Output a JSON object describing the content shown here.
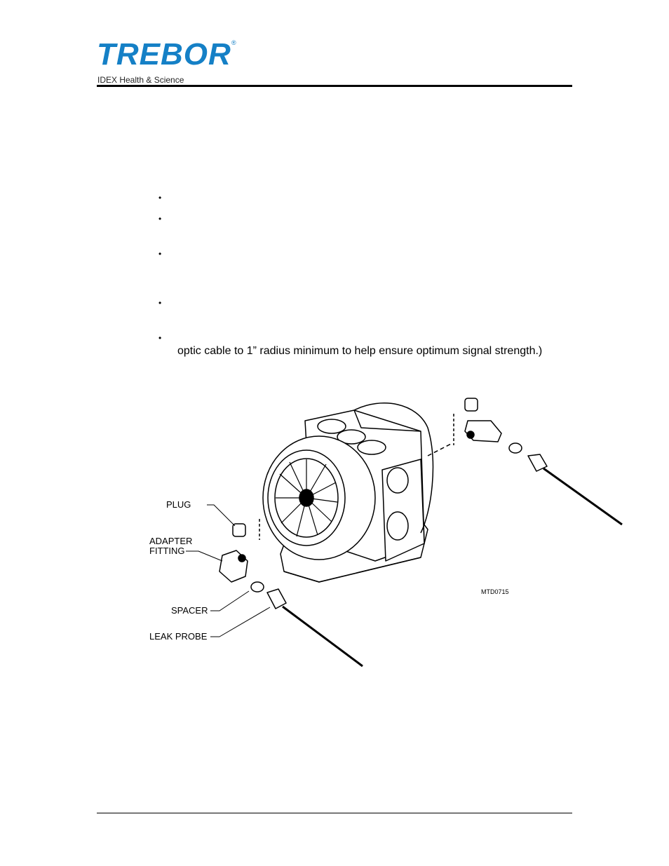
{
  "header": {
    "logo_text": "TREBOR",
    "logo_registered": "®",
    "subtitle": "IDEX Health & Science"
  },
  "body": {
    "bullets": [
      "•",
      "•",
      "•",
      "•",
      "•"
    ],
    "visible_line": "optic cable to 1” radius minimum to help ensure optimum signal strength.)"
  },
  "figure": {
    "labels": {
      "plug": "PLUG",
      "adapter_line1": "ADAPTER",
      "adapter_line2": "FITTING",
      "spacer": "SPACER",
      "leak_probe": "LEAK PROBE"
    },
    "drawing_code": "MTD0715"
  }
}
